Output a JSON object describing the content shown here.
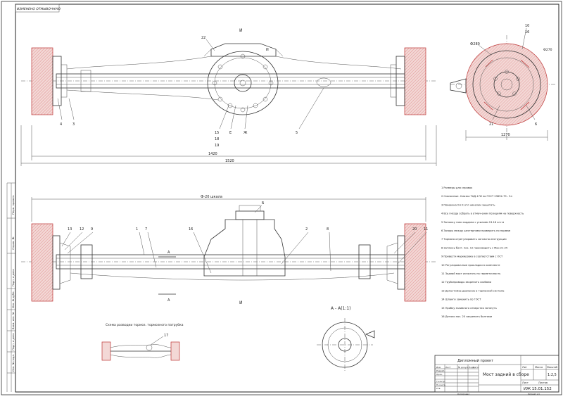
{
  "stamp_top": "ИЗМЕНЕНО ОТМЫВОЧНУЮ",
  "views": {
    "top_view_label": "И",
    "bottom_view_label": "И",
    "section_label": "А - А(1:1)",
    "section_mark": "А"
  },
  "dimensions": {
    "top_overall": "1520",
    "top_track": "1420",
    "side_width": "1270",
    "side_diameter": "Ф280",
    "bottom_top": "Ф-20 шкала"
  },
  "callouts_top": [
    "22",
    "И",
    "4",
    "3",
    "15",
    "18",
    "19",
    "Е",
    "Ж",
    "5"
  ],
  "callouts_side": [
    "10",
    "16",
    "Ф270",
    "21",
    "6"
  ],
  "callouts_bottom": [
    "13",
    "12",
    "9",
    "1",
    "7",
    "16",
    "Б",
    "2",
    "8",
    "20",
    "11",
    "А",
    "А",
    "И"
  ],
  "scheme_caption": "Схема разводки тормоз. тормозного патрубка",
  "scheme_callout": "17",
  "notes": [
    "1 Размеры для справок",
    "2 Смазочные. Смазка ТАД-17И по ГОСТ 23652-79 - 5л",
    "3 Поверхности К отл никелем защитить",
    "4 Все гнёзда собрать в отмеч-ении позициям на поверхность",
    "5 Затяжку гаек кардана с усилием 13-16 кгс·м",
    "6 Зазоры между шестернями проверить по нормам",
    "7 Тормоза отрегулировать согласно инструкции",
    "8 Затяжку болт. поз. 12 производить с Мкр 21-25",
    "9 Привести маркировку в соответствии с ОСТ",
    "10 Регулировочные прокладки в комплекте",
    "11 Задний мост испытать на герметичность",
    "12 Трубопроводы закрепить скобами",
    "13 Допустимое давление в тормозной системе",
    "14 Шланги заменить по ГОСТ",
    "15 Пробку заливного отверстия затянуть",
    "16 Детали поз. 20 закрепить болтами"
  ],
  "title_block": {
    "header": "Дипломный проект",
    "title": "Мост задний в сборе",
    "doc_code": "ИЖ 15.01.152",
    "scale": "1:2,5",
    "col_lit": "Лит",
    "col_mass": "Масса",
    "col_scale": "Масштаб",
    "sheet": "Лист",
    "sheets": "Листов",
    "footer_left": "Копировал",
    "footer_right": "Формат А1",
    "rows": [
      "Изм",
      "Разраб.",
      "Пров.",
      "Т.контр.",
      "Н.контр.",
      "Утв."
    ],
    "row_cols": [
      "Лист",
      "№ докум.",
      "Подп.",
      "Дата"
    ]
  },
  "left_strip": [
    "Перв. примен.",
    "Справ. №",
    "Подп. и дата",
    "Инв. № дубл.",
    "Взам. инв. №",
    "Подп. и дата",
    "Инв. № подл."
  ]
}
